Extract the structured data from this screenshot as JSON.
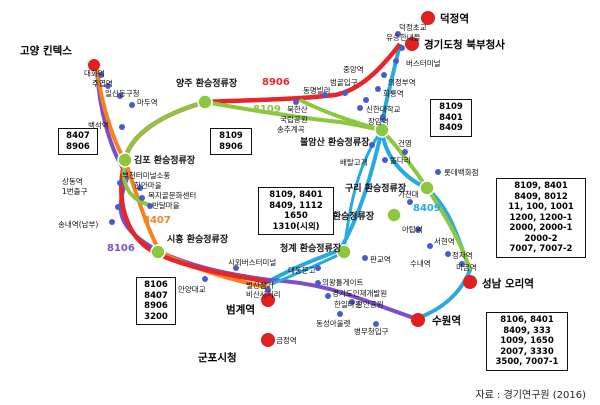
{
  "colors": {
    "route_8906": "#e8262a",
    "route_8109": "#8dc63f",
    "route_8407": "#f58220",
    "route_8106": "#7b4fc9",
    "route_8409": "#27a9e1",
    "stop": "#4a5cc7",
    "hub": "#8dc63f",
    "terminal": "#e02020"
  },
  "terminals": {
    "deokjeong": "덕정역",
    "gyeonggi_north": "경기도청 북부청사",
    "goyang": "고양 킨텍스",
    "beomgye": "범계역",
    "suwon": "수원역",
    "gunpo": "군포시청",
    "seongnam": "성남 오리역"
  },
  "hubs": {
    "yangju": "양주 환승정류장",
    "gimpo": "김포 환승정류장",
    "bulamsan": "불암산 환승정류장",
    "guri": "구리 환승정류장",
    "seongnam": "성남 환승정류장",
    "siheung": "시흥 환승정류장",
    "cheonggye": "청계 환승정류장"
  },
  "route_labels": {
    "r8906": "8906",
    "r8109": "8109",
    "r8407": "8407",
    "r8106": "8106",
    "r8409": "8409"
  },
  "stops": {
    "deokjeong_elem": "덕정초교",
    "yusan_apt": "유승한내들",
    "bus_terminal_n": "버스터미널",
    "uijeongbu_stn": "의정부역",
    "hoeryong_stn": "회룡역",
    "jungang_stn": "중앙역",
    "beomgol": "범골입구",
    "dongmyeong": "동명빌라",
    "bukhansan": "북한산",
    "national_park": "국립공원",
    "songchu": "송추계곡",
    "shinhan_univ": "신한대학교",
    "jangam_stn": "장암역",
    "daehwa_stn": "대화역",
    "jueop_stn": "주엽역",
    "ilsan_office": "일산동구청",
    "madu_stn": "마두역",
    "baekseok_stn": "백석역",
    "geonyeong": "건영",
    "baebalgogae": "배탈고개",
    "doldari": "돌다리",
    "lotte_dept": "롯데백화점",
    "sangdong_stn": "상동역",
    "first_exit": "1번출구",
    "bucheon_terminal": "부천터미널소풍",
    "hanwool": "한안마을",
    "bokji_center": "복지골문화센터",
    "banwol": "반달마을",
    "songnae": "송내역(남부)",
    "gajeongdae": "가천대",
    "ajeong_stn": "아탑역",
    "seohyeon_stn": "서현역",
    "sunae_stn": "수내역",
    "jeongja_stn": "정자역",
    "migeum_stn": "미금역",
    "sioi_terminal": "시외버스터미널",
    "daedong": "대동문고",
    "pangyo_stn": "판교역",
    "anyang_bridge": "안양대교",
    "byeolsan": "벌산삼거",
    "bisan_junction": "비산사거리",
    "uiwang_gate": "의왕톨게이트",
    "gyeonggi_center": "경기도인재개발원",
    "hanil_town": "한일타운",
    "jangan_park": "장안공원",
    "dongsu_apt": "동성아울렛",
    "byeongmu": "병무청입구",
    "geumjeong_stn": "금정역"
  },
  "boxes": {
    "gimpo_box": [
      "8407",
      "8906"
    ],
    "yangju_box": [
      "8109",
      "8906"
    ],
    "bulamsan_box": [
      "8109",
      "8401",
      "8409"
    ],
    "guri_box": [
      "8109, 8401",
      "8409, 1112",
      "1650",
      "1310(시외)"
    ],
    "seongnam_box": [
      "8109, 8401",
      "8409, 8012",
      "11, 100, 1001",
      "1200, 1200-1",
      "2000, 2000-1",
      "2000-2",
      "7007, 7007-2"
    ],
    "siheung_box": [
      "8106",
      "8407",
      "8906",
      "3200"
    ],
    "suwon_box": [
      "8106, 8401",
      "8409, 333",
      "1009, 1650",
      "2007, 3330",
      "3500, 7007-1"
    ]
  },
  "source": "자료 : 경기연구원 (2016)"
}
